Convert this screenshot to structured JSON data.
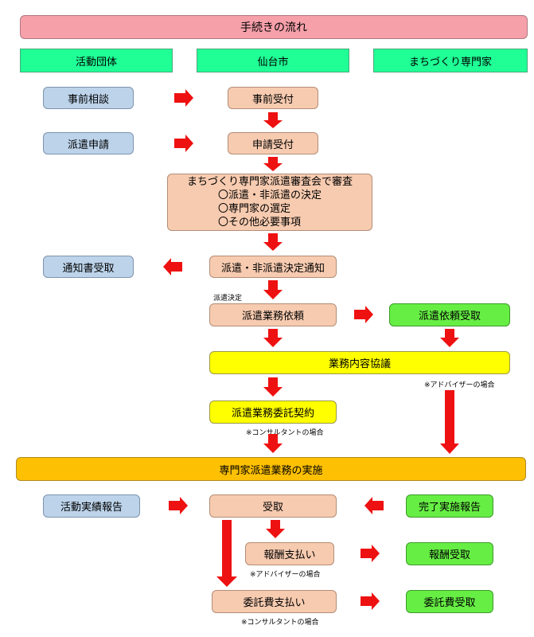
{
  "title": "手続きの流れ",
  "columns": {
    "left": "活動団体",
    "center": "仙台市",
    "right": "まちづくり専門家"
  },
  "steps": {
    "prior_consult": "事前相談",
    "prior_accept": "事前受付",
    "dispatch_apply": "派遣申請",
    "apply_accept": "申請受付",
    "review": {
      "heading": "まちづくり専門家派遣審査会で審査",
      "items": [
        "〇派遣・非派遣の決定",
        "〇専門家の選定",
        "〇その他必要事項"
      ]
    },
    "notice_receive": "通知書受取",
    "decision_notice": "派遣・非派遣決定通知",
    "dispatch_decided": "派遣決定",
    "request": "派遣業務依頼",
    "request_receive": "派遣依頼受取",
    "consult": "業務内容協議",
    "note_advisor": "※アドバイザーの場合",
    "contract": "派遣業務委託契約",
    "note_consultant": "※コンサルタントの場合",
    "execution": "専門家派遣業務の実施",
    "activity_report": "活動実績報告",
    "receipt": "受取",
    "completion_report": "完了実施報告",
    "reward_payment": "報酬支払い",
    "reward_receive": "報酬受取",
    "fee_payment": "委託費支払い",
    "fee_receive": "委託費受取"
  },
  "colors": {
    "arrow": "#ee1111",
    "title_bar": "#f6a0aa",
    "column_header": "#1fff96",
    "org_box": "#bcd3ea",
    "city_box": "#f7cbb0",
    "expert_box": "#66ee44",
    "highlight": "#ffff00",
    "execution_bar": "#fdc002"
  }
}
